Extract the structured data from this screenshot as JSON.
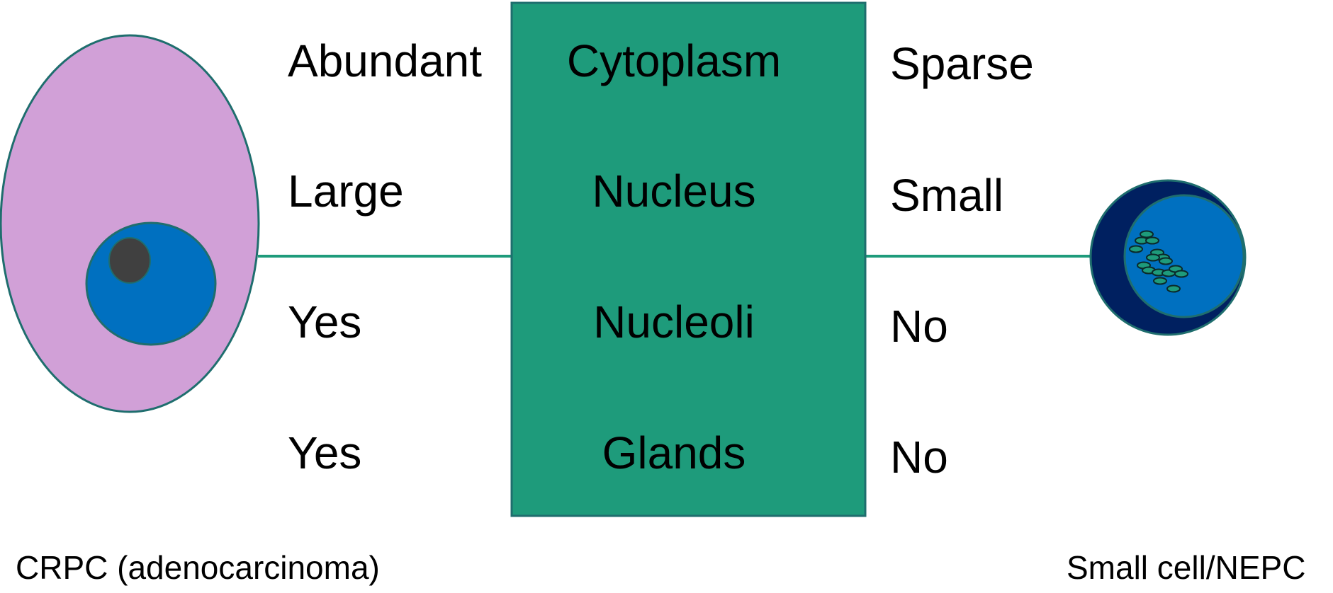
{
  "left_cell": {
    "caption": "CRPC (adenocarcinoma)",
    "cytoplasm_color": "#D1A0D7",
    "nucleus_color": "#0070C0",
    "nucleolus_color": "#404040",
    "outline_color": "#1F6E6E"
  },
  "right_cell": {
    "caption": "Small cell/NEPC",
    "outer_color": "#002060",
    "nucleus_color": "#0070C0",
    "granule_color": "#1E9B7B",
    "outline_color": "#1F6E6E"
  },
  "center_box": {
    "fill_color": "#1E9B7B",
    "border_color": "#1F6E6E",
    "features": [
      "Cytoplasm",
      "Nucleus",
      "Nucleoli",
      "Glands"
    ]
  },
  "left_values": [
    "Abundant",
    "Large",
    "Yes",
    "Yes"
  ],
  "right_values": [
    "Sparse",
    "Small",
    "No",
    "No"
  ],
  "connector_color": "#1E9B7B"
}
